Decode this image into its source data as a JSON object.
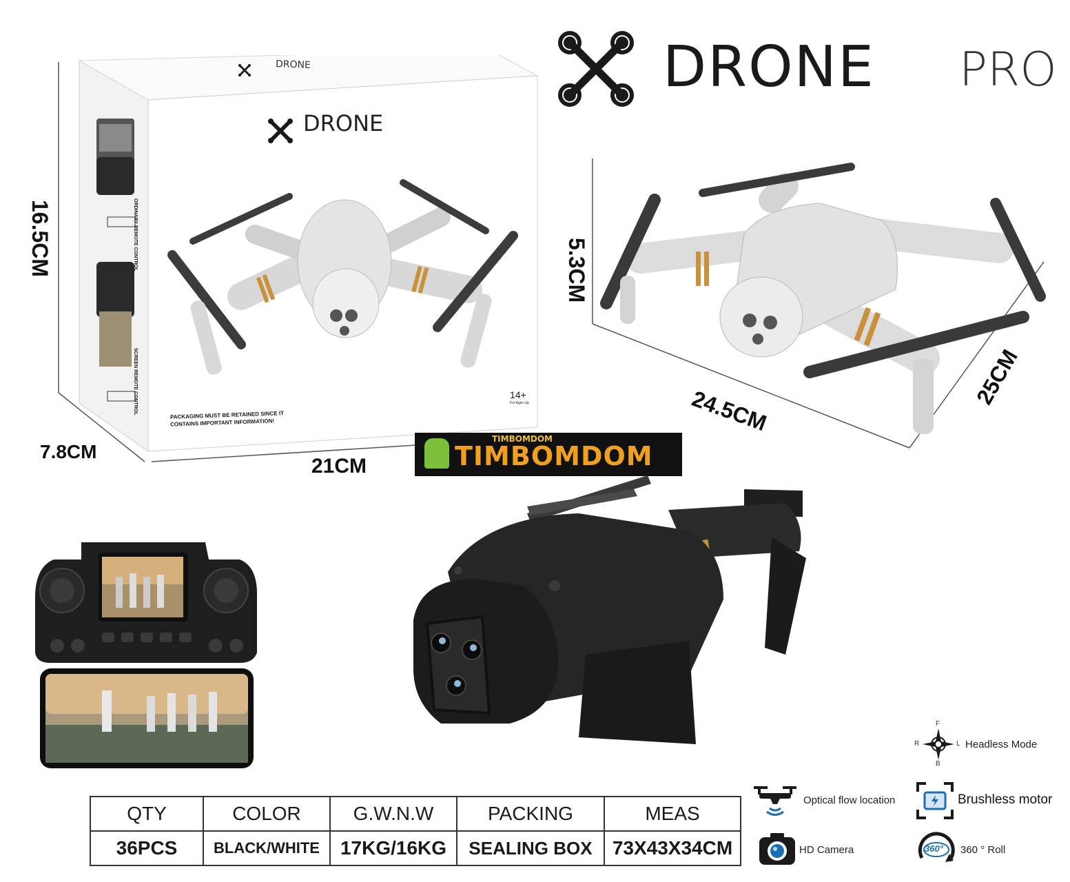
{
  "brand": {
    "title": "DRONE",
    "suffix": "PRO",
    "icon": "drone-logo-icon"
  },
  "box": {
    "logo_text": "DRONE",
    "top_text": "DRONE",
    "side_label_1": "ORDINARY REMOTE CONTROL",
    "side_label_2": "SCREEN REMOTE CONTROL",
    "notice_line1": "PACKAGING MUST BE RETAINED SINCE IT",
    "notice_line2": "CONTAINS IMPORTANT INFORMATION!",
    "age": "14+",
    "age_sub": "For Ages Up"
  },
  "dimensions": {
    "box_height": "16.5CM",
    "box_depth": "7.8CM",
    "box_width": "21CM",
    "drone_height": "5.3CM",
    "drone_length": "24.5CM",
    "drone_width": "25CM"
  },
  "watermark": {
    "text": "TIMBOMDOM",
    "small": "TIMBOMDOM"
  },
  "specs": {
    "headers": [
      "QTY",
      "COLOR",
      "G.W.N.W",
      "PACKING",
      "MEAS"
    ],
    "values": [
      "36PCS",
      "BLACK/WHITE",
      "17KG/16KG",
      "SEALING BOX",
      "73X43X34CM"
    ]
  },
  "features": {
    "headless": {
      "label": "Headless Mode",
      "icon": "compass-icon",
      "f": "F",
      "r": "R",
      "l": "L",
      "b": "B"
    },
    "optical": {
      "label": "Optical flow location",
      "icon": "optical-flow-icon"
    },
    "brushless": {
      "label": "Brushless motor",
      "icon": "brushless-motor-icon"
    },
    "camera": {
      "label": "HD Camera",
      "icon": "camera-icon"
    },
    "roll": {
      "label": "360 ° Roll",
      "icon": "roll-360-icon",
      "badge": "360°"
    }
  },
  "colors": {
    "drone_white": "#e6e6e6",
    "drone_black": "#222222",
    "accent_gold": "#c8923a",
    "watermark_bg": "#111111",
    "watermark_fg": "#f0a020"
  }
}
